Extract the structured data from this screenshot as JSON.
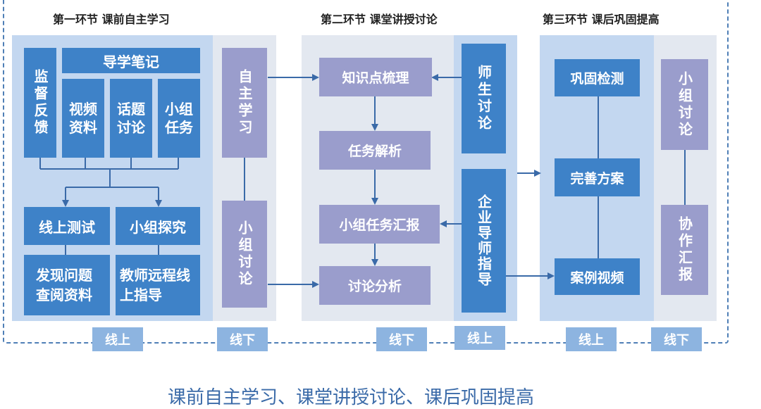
{
  "sections": [
    {
      "title": "第一环节  课前自主学习"
    },
    {
      "title": "第二环节  课堂讲授讨论"
    },
    {
      "title": "第三环节  课后巩固提高"
    }
  ],
  "stage1": {
    "supervise": "监督反馈",
    "guide_notes": "导学笔记",
    "video": "视频资料",
    "topic": "话题讨论",
    "group_task": "小组任务",
    "online_test": "线上测试",
    "group_explore": "小组探究",
    "find_problem": "发现问题查阅资料",
    "teacher_remote": "教师远程线上指导",
    "self_study": "自主学习",
    "group_discuss": "小组讨论"
  },
  "stage2": {
    "knowledge": "知识点梳理",
    "task_analysis": "任务解析",
    "group_report": "小组任务汇报",
    "discuss_analysis": "讨论分析",
    "teacher_student": "师生讨论",
    "enterprise_mentor": "企业导师指导"
  },
  "stage3": {
    "check": "巩固检测",
    "improve": "完善方案",
    "case_video": "案例视频",
    "group_discuss": "小组讨论",
    "collab_report": "协作汇报"
  },
  "tags": [
    "线上",
    "线下",
    "线下",
    "线上",
    "线上",
    "线下"
  ],
  "caption": "课前自主学习、课堂讲授讨论、课后巩固提高",
  "colors": {
    "online_panel": "#c3d7f0",
    "offline_panel": "#e3e8f0",
    "blue_box": "#3e82c8",
    "purple_box": "#9a9dcc",
    "tag": "#8db4e0",
    "frame": "#4f7fb6"
  }
}
